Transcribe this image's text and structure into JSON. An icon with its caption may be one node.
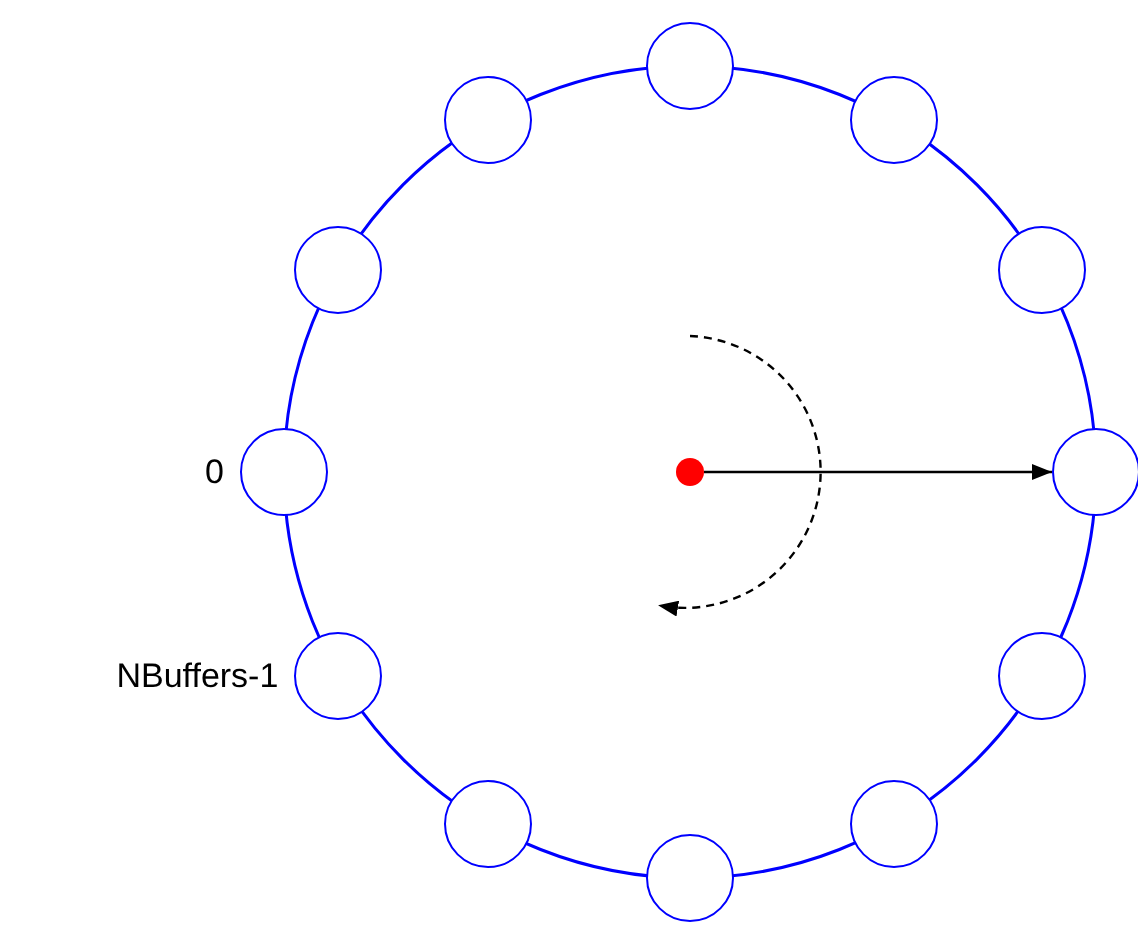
{
  "diagram": {
    "nodes": [
      {
        "text": [],
        "shape": "circle"
      },
      {
        "text": [],
        "shape": "circle"
      },
      {
        "text": [],
        "shape": "circle"
      },
      {
        "text": [],
        "shape": "circle"
      },
      {
        "text": [],
        "shape": "circle"
      },
      {
        "text": [],
        "shape": "circle",
        "beside": [
          "0"
        ]
      },
      {
        "text": [],
        "shape": "dot"
      },
      {
        "text": [],
        "shape": "circle"
      },
      {
        "text": [],
        "shape": "circle",
        "beside": [
          "NBuffers-1"
        ]
      },
      {
        "text": [],
        "shape": "circle"
      },
      {
        "text": [],
        "shape": "circle"
      },
      {
        "text": [],
        "shape": "circle"
      },
      {
        "text": [],
        "shape": "circle"
      }
    ],
    "edges": [
      {
        "from": 6,
        "to": 7,
        "arrow": "to"
      }
    ]
  }
}
